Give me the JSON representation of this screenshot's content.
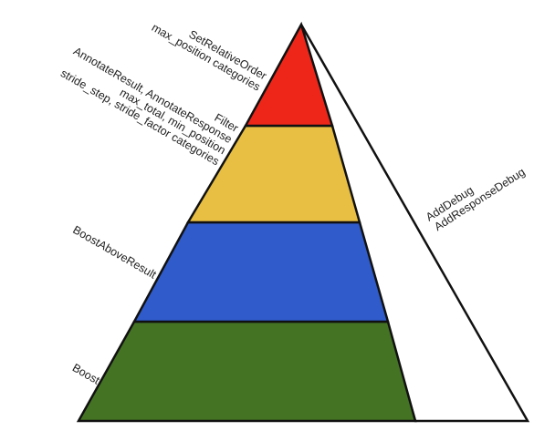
{
  "colors": {
    "layer_top": "#ee2619",
    "layer_second": "#e8bf42",
    "layer_third": "#2f5bcb",
    "layer_bottom": "#437323",
    "side_face": "#ffffff",
    "outline": "#111111"
  },
  "layers": [
    {
      "key": "top",
      "lines": [
        "SetRelativeOrder",
        "max_position categories"
      ]
    },
    {
      "key": "second",
      "lines": [
        "Filter",
        "AnnotateResult, AnnotateResponse",
        "max_total, min_position",
        "stride_step, stride_factor categories"
      ]
    },
    {
      "key": "third",
      "lines": [
        "BoostAboveResult"
      ]
    },
    {
      "key": "bottom",
      "lines": [
        "Boost"
      ]
    }
  ],
  "side_face_labels": [
    "AddDebug",
    "AddResponseDebug"
  ]
}
